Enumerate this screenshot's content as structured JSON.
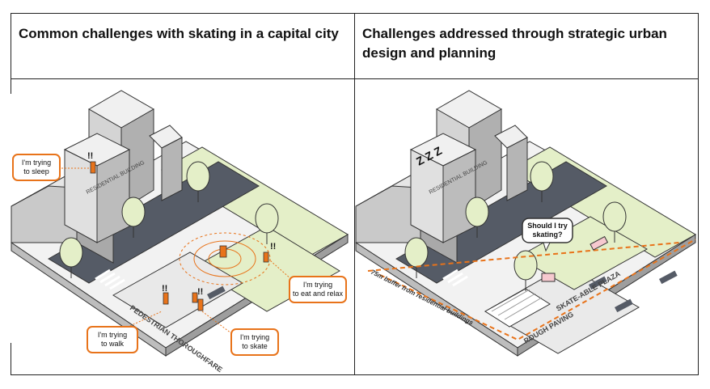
{
  "header": {
    "left_title": "Common challenges with skating in a capital city",
    "right_title": "Challenges addressed through strategic urban design and planning"
  },
  "left_diagram": {
    "building_label": "RESIDENTIAL BUILDING",
    "street_label": "PEDESTRIAN THOROUGHFARE",
    "callouts": {
      "sleep": "I'm trying to sleep",
      "eat": "I'm trying to eat and relax",
      "walk": "I'm trying to walk",
      "skate": "I'm trying to skate"
    },
    "alert_mark": "!!"
  },
  "right_diagram": {
    "building_label": "RESIDENTIAL BUILDING",
    "zzz": "Z Z Z",
    "speech": "Should I try skating?",
    "buffer_label": "75m buffer from residential buildings",
    "plaza_label": "SKATE-ABLE PLAZA",
    "paving_label": "ROUGH PAVING"
  },
  "colors": {
    "accent_orange": "#e8731a",
    "grass": "#e4efc8",
    "road": "#555b66",
    "building_light": "#e6e6e6",
    "building_mid": "#c9c9c9",
    "building_dark": "#a9a9a9"
  }
}
